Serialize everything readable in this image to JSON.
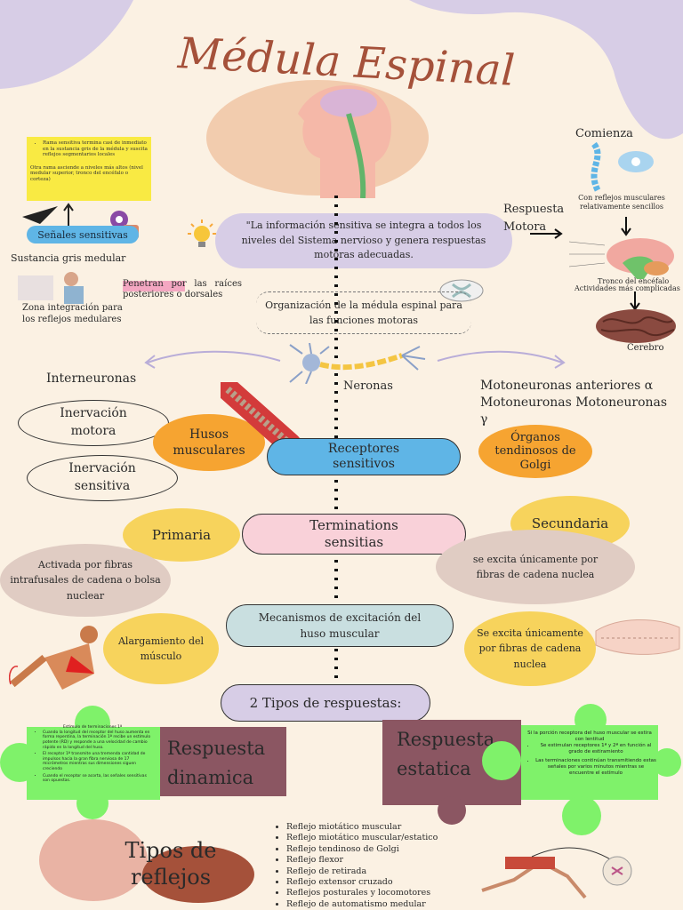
{
  "title": "Médula Espinal",
  "notebox": {
    "line1": "Rama sensitiva termina casi de inmediato en la sustancia gris de la médula y suscita reflejos segmentarios locales",
    "line2": "Otra rama asciende a niveles más altos (nivel medular superior, tronco del encéfalo o corteza)"
  },
  "senales": "Señales sensitivas",
  "sustancia": "Sustancia gris medular",
  "zona": "Zona integración para los reflejos medulares",
  "penetran": "Penetran por las raíces posteriores o dorsales",
  "info_quote": "\"La información sensitiva se integra a todos los niveles del Sistema nervioso y genera respuestas motoras adecuadas.",
  "respuesta_motora": "Respuesta Motora",
  "comienza": "Comienza",
  "reflejos_sencillos": "Con reflejos musculares relativamente sencillos",
  "tronco": "Tronco del encéfalo",
  "actividades": "Actividades más complicadas",
  "cerebro": "Cerebro",
  "organizacion": "Organización de la médula espinal para las funciones motoras",
  "interneuronas": "Interneuronas",
  "neronas": "Neronas",
  "motoneuronas": "Motoneuronas anteriores α Motoneuronas Motoneuronas γ",
  "inervacion_motora": "Inervación motora",
  "inervacion_sensitiva": "Inervación sensitiva",
  "husos": "Husos musculares",
  "receptores": "Receptores sensitivos",
  "organos": "Órganos tendinosos de Golgi",
  "terminations": "Terminations sensitias",
  "primaria": "Primaria",
  "secundaria": "Secundaria",
  "activada": "Activada por fibras intrafusales de cadena o bolsa nuclear",
  "excita_cadena": "se excita únicamente por fibras de cadena nuclea",
  "mecanismos": "Mecanismos de excitación del huso muscular",
  "alargamiento": "Alargamiento del músculo",
  "excita_unicamente": "Se excita únicamente por fibras de cadena nuclea",
  "tipos_respuestas": "2 Tipos de respuestas:",
  "respuesta_dinamica": "Respuesta dinamica",
  "respuesta_estatica": "Respuesta estatica",
  "dinamica_text": [
    "Estímulo de terminaciones 1ª",
    "Cuando la longitud del receptor del huso aumenta en forma repentina, la terminación 1ª recibe un estímulo potente (RD) y responde a una velocidad de cambio rápido en la longitud del huso.",
    "El receptor 1ª transmite una tremenda cantidad de impulsos hacia la gran fibra nerviosa de 17 micrómetros mientras sus dimensiones siguen creciendo",
    "Cuando el receptor se acorta, las señales sensitivas son opuestas."
  ],
  "estatica_text": [
    "Si la porción receptora del huso muscular se estira con lentitud",
    "Se estimulan receptores 1ª y 2ª en función al grado de estiramiento",
    "Las terminaciones continúan transmitiendo estas señales por varios minutos mientras se encuentre el estímulo"
  ],
  "tipos_reflejos": "Tipos de reflejos",
  "reflejos_list": [
    "Reflejo miotático muscular",
    "Reflejo miotático muscular/estatico",
    "Reflejo tendinoso de Golgi",
    "Reflejo flexor",
    "Reflejo de retirada",
    "Reflejo extensor cruzado",
    "Reflejos posturales y locomotores",
    "Reflejo de automatismo medular"
  ],
  "colors": {
    "background": "#fbf1e3",
    "title": "#a5513a",
    "lavender": "#d7cde6",
    "orange": "#f6a431",
    "yellow": "#f7d35c",
    "pink": "#f9d1d9",
    "blue": "#5fb5e6",
    "teal": "#c9dfe0",
    "green": "#7ff26a",
    "maroon": "#8b5662",
    "clay": "#e0ccc3"
  }
}
